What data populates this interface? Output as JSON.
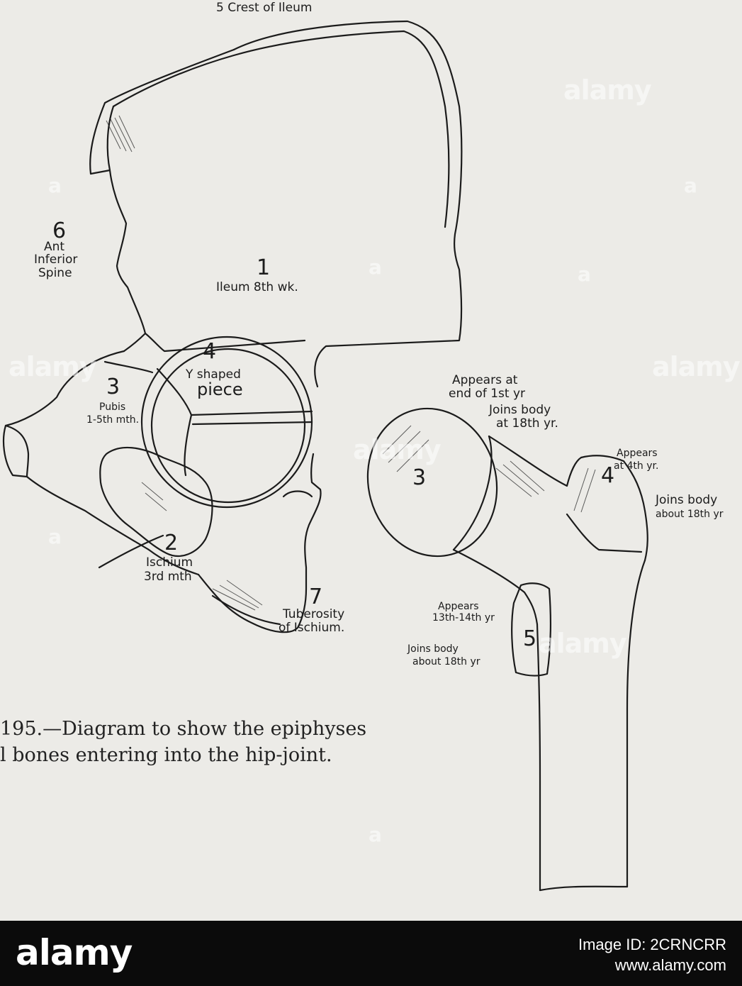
{
  "labels": {
    "crest": "5 Crest of Ileum",
    "spine_num": "6",
    "spine_l1": "Ant",
    "spine_l2": "Inferior",
    "spine_l3": "Spine",
    "ileum_num": "1",
    "ileum_text": "Ileum 8th wk.",
    "y_num": "4",
    "y_l1": "Y shaped",
    "y_l2": "piece",
    "pubis_num": "3",
    "pubis_l1": "Pubis",
    "pubis_l2": "1-5th mth.",
    "ischium_num": "2",
    "ischium_l1": "Ischium",
    "ischium_l2": "3rd mth",
    "tub_num": "7",
    "tub_l1": "Tuberosity",
    "tub_l2": "of Ischium.",
    "head_num": "3",
    "head_appears_l1": "Appears at",
    "head_appears_l2": "end of 1st yr",
    "head_joins_l1": "Joins body",
    "head_joins_l2": "at 18th yr.",
    "gt_num": "4",
    "gt_appears_l1": "Appears",
    "gt_appears_l2": "at 4th yr.",
    "gt_joins_l1": "Joins body",
    "gt_joins_l2": "about 18th yr",
    "lt_num": "5",
    "lt_appears_l1": "Appears",
    "lt_appears_l2": "13th-14th yr",
    "lt_joins_l1": "Joins body",
    "lt_joins_l2": "about 18th yr"
  },
  "caption": {
    "line1": "195.—Diagram to show the epiphyses",
    "line2": "l bones entering into the hip-joint."
  },
  "watermark": {
    "word": "alamy",
    "letter": "a"
  },
  "footer": {
    "brand": "alamy",
    "image_id": "Image ID: 2CRNCRR",
    "site": "www.alamy.com"
  }
}
